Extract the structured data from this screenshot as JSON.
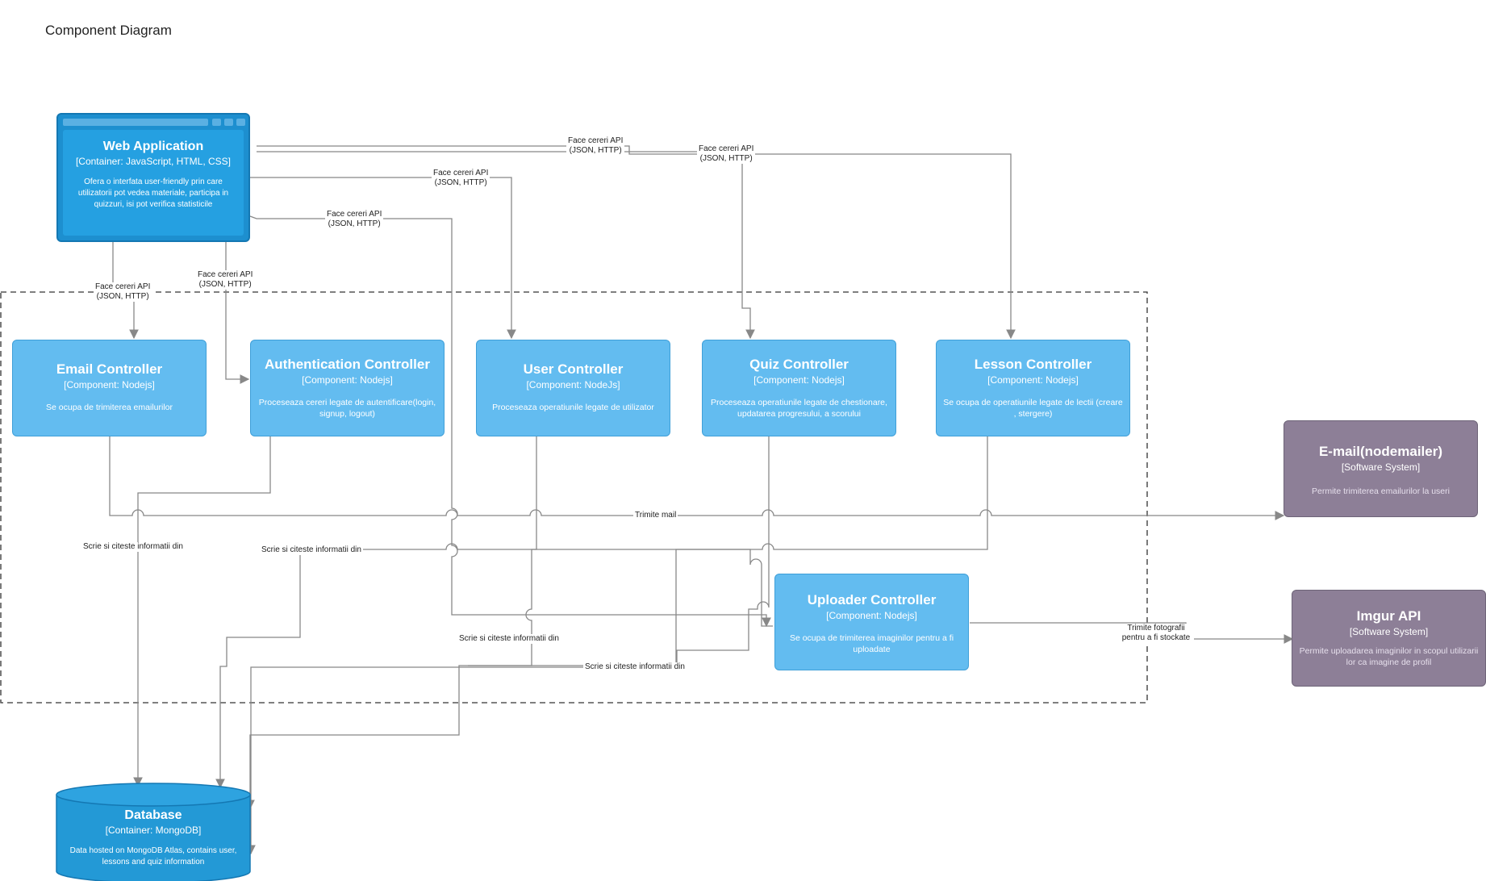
{
  "diagram": {
    "title": "Component Diagram",
    "web_app": {
      "name": "Web Application",
      "tech": "[Container: JavaScript, HTML, CSS]",
      "desc": "Ofera o interfata user-friendly prin care utilizatorii pot vedea materiale, participa in quizzuri, isi pot verifica statisticile"
    },
    "components": [
      {
        "name": "Email Controller",
        "tech": "[Component: Nodejs]",
        "desc": "Se ocupa de trimiterea emailurilor"
      },
      {
        "name": "Authentication Controller",
        "tech": "[Component: Nodejs]",
        "desc": "Proceseaza cereri legate de autentificare(login, signup, logout)"
      },
      {
        "name": "User Controller",
        "tech": "[Component: NodeJs]",
        "desc": "Proceseaza operatiunile legate de utilizator"
      },
      {
        "name": "Quiz Controller",
        "tech": "[Component: Nodejs]",
        "desc": "Proceseaza operatiunile legate de chestionare, updatarea progresului, a scorului"
      },
      {
        "name": "Lesson Controller",
        "tech": "[Component: Nodejs]",
        "desc": "Se ocupa de operatiunile legate de lectii (creare , stergere)"
      },
      {
        "name": "Uploader Controller",
        "tech": "[Component: Nodejs]",
        "desc": "Se ocupa de trimiterea imaginilor pentru a fi uploadate"
      }
    ],
    "externals": [
      {
        "name": "E-mail(nodemailer)",
        "tech": "[Software System]",
        "desc": "Permite trimiterea emailurilor la useri"
      },
      {
        "name": "Imgur API",
        "tech": "[Software System]",
        "desc": "Permite uploadarea imaginilor in scopul utilizarii lor ca imagine de profil"
      }
    ],
    "database": {
      "name": "Database",
      "tech": "[Container: MongoDB]",
      "desc": "Data hosted on MongoDB Atlas, contains user, lessons and quiz information"
    },
    "edge_labels": {
      "api_lesson": "Face cereri API\n(JSON, HTTP)",
      "api_quiz": "Face cereri API\n(JSON, HTTP)",
      "api_user": "Face cereri API\n(JSON, HTTP)",
      "api_uploader": "Face cereri API\n(JSON, HTTP)",
      "api_auth": "Face cereri API\n(JSON, HTTP)",
      "api_email": "Face cereri API\n(JSON, HTTP)",
      "send_mail": "Trimite mail",
      "db_auth": "Scrie si citeste informatii din",
      "db_lesson": "Scrie si citeste informatii din",
      "db_user": "Scrie si citeste informatii din",
      "db_uploader": "Scrie si citeste informatii din",
      "imgur": "Trimite fotografii pentru a fi stockate"
    }
  }
}
